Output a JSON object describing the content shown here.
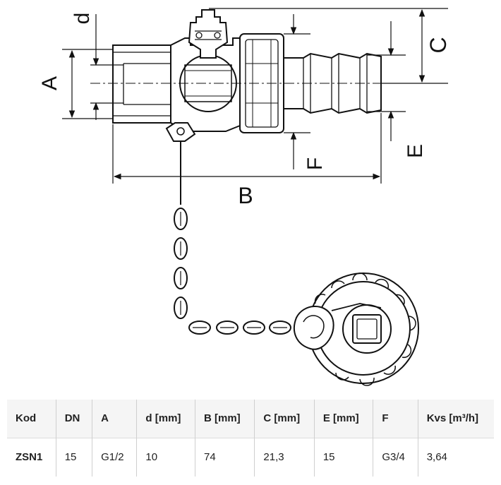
{
  "diagram": {
    "dimension_labels": {
      "d": "d",
      "A": "A",
      "B": "B",
      "C": "C",
      "E": "E",
      "F": "F"
    }
  },
  "table": {
    "headers": [
      "Kod",
      "DN",
      "A",
      "d [mm]",
      "B [mm]",
      "C [mm]",
      "E [mm]",
      "F",
      "Kvs [m³/h]"
    ],
    "rows": [
      [
        "ZSN1",
        "15",
        "G1/2",
        "10",
        "74",
        "21,3",
        "15",
        "G3/4",
        "3,64"
      ]
    ]
  }
}
